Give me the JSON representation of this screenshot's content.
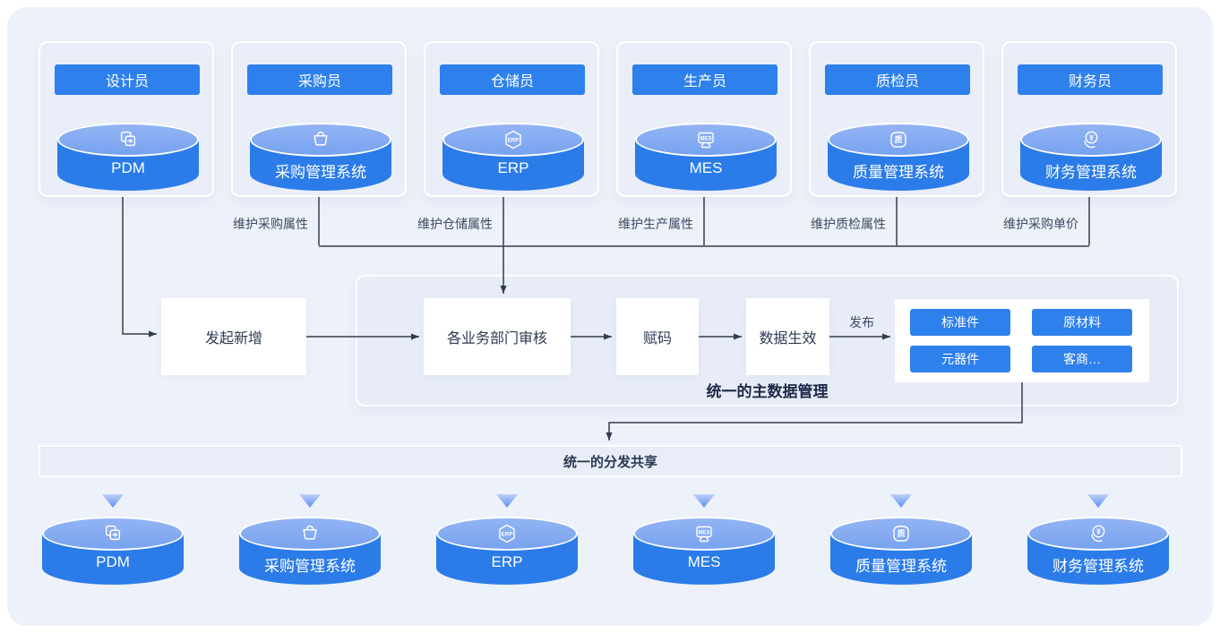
{
  "colors": {
    "accent": "#2e80ec",
    "cylinder_body": "#2b7ce9",
    "cylinder_top": "#7fa8f1",
    "line": "#333c4e",
    "stage_bg": "#edf1f9",
    "card_bg": "#e9eef9",
    "panel_bg": "#e7ecf8"
  },
  "top_cards": [
    {
      "role": "设计员",
      "system": "PDM",
      "icon": "copy-icon"
    },
    {
      "role": "采购员",
      "system": "采购管理系统",
      "icon": "basket-icon"
    },
    {
      "role": "仓储员",
      "system": "ERP",
      "icon": "erp-badge-icon"
    },
    {
      "role": "生产员",
      "system": "MES",
      "icon": "mes-monitor-icon"
    },
    {
      "role": "质检员",
      "system": "质量管理系统",
      "icon": "quality-badge-icon"
    },
    {
      "role": "财务员",
      "system": "财务管理系统",
      "icon": "finance-yuan-icon"
    }
  ],
  "maintain_labels": [
    "维护采购属性",
    "维护仓储属性",
    "维护生产属性",
    "维护质检属性",
    "维护采购单价"
  ],
  "flow": {
    "start": "发起新增",
    "review": "各业务部门审核",
    "assign_code": "赋码",
    "effective": "数据生效",
    "publish": "发布",
    "tags": [
      "标准件",
      "原材料",
      "元器件",
      "客商…"
    ],
    "panel_title": "统一的主数据管理"
  },
  "share_bar": {
    "label": "统一的分发共享"
  },
  "bottom_systems": [
    {
      "label": "PDM",
      "icon": "copy-icon"
    },
    {
      "label": "采购管理系统",
      "icon": "basket-icon"
    },
    {
      "label": "ERP",
      "icon": "erp-badge-icon"
    },
    {
      "label": "MES",
      "icon": "mes-monitor-icon"
    },
    {
      "label": "质量管理系统",
      "icon": "quality-badge-icon"
    },
    {
      "label": "财务管理系统",
      "icon": "finance-yuan-icon"
    }
  ],
  "icons": {
    "erp_label": "ERP",
    "mes_label": "MES",
    "quality_label": "质",
    "finance_label": "¥"
  }
}
